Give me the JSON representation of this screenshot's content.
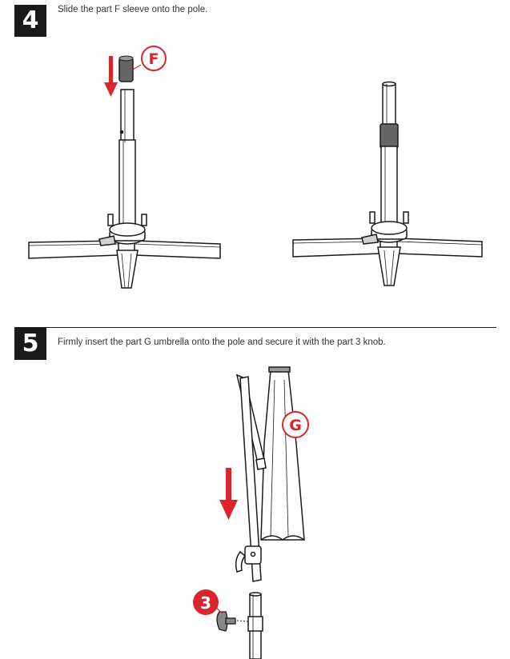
{
  "colors": {
    "accent": "#d9252b",
    "ink": "#1a1a1a",
    "badge_bg": "#1a1a1a",
    "badge_fg": "#ffffff"
  },
  "steps": [
    {
      "number": "4",
      "instruction": "Slide the part F sleeve onto the pole.",
      "callout": "F"
    },
    {
      "number": "5",
      "instruction": "Firmly insert the part G umbrella onto the pole and secure it with the part 3 knob.",
      "callouts": [
        "G",
        "3"
      ]
    }
  ],
  "icons": [
    "down-arrow-icon",
    "down-arrow-icon"
  ]
}
